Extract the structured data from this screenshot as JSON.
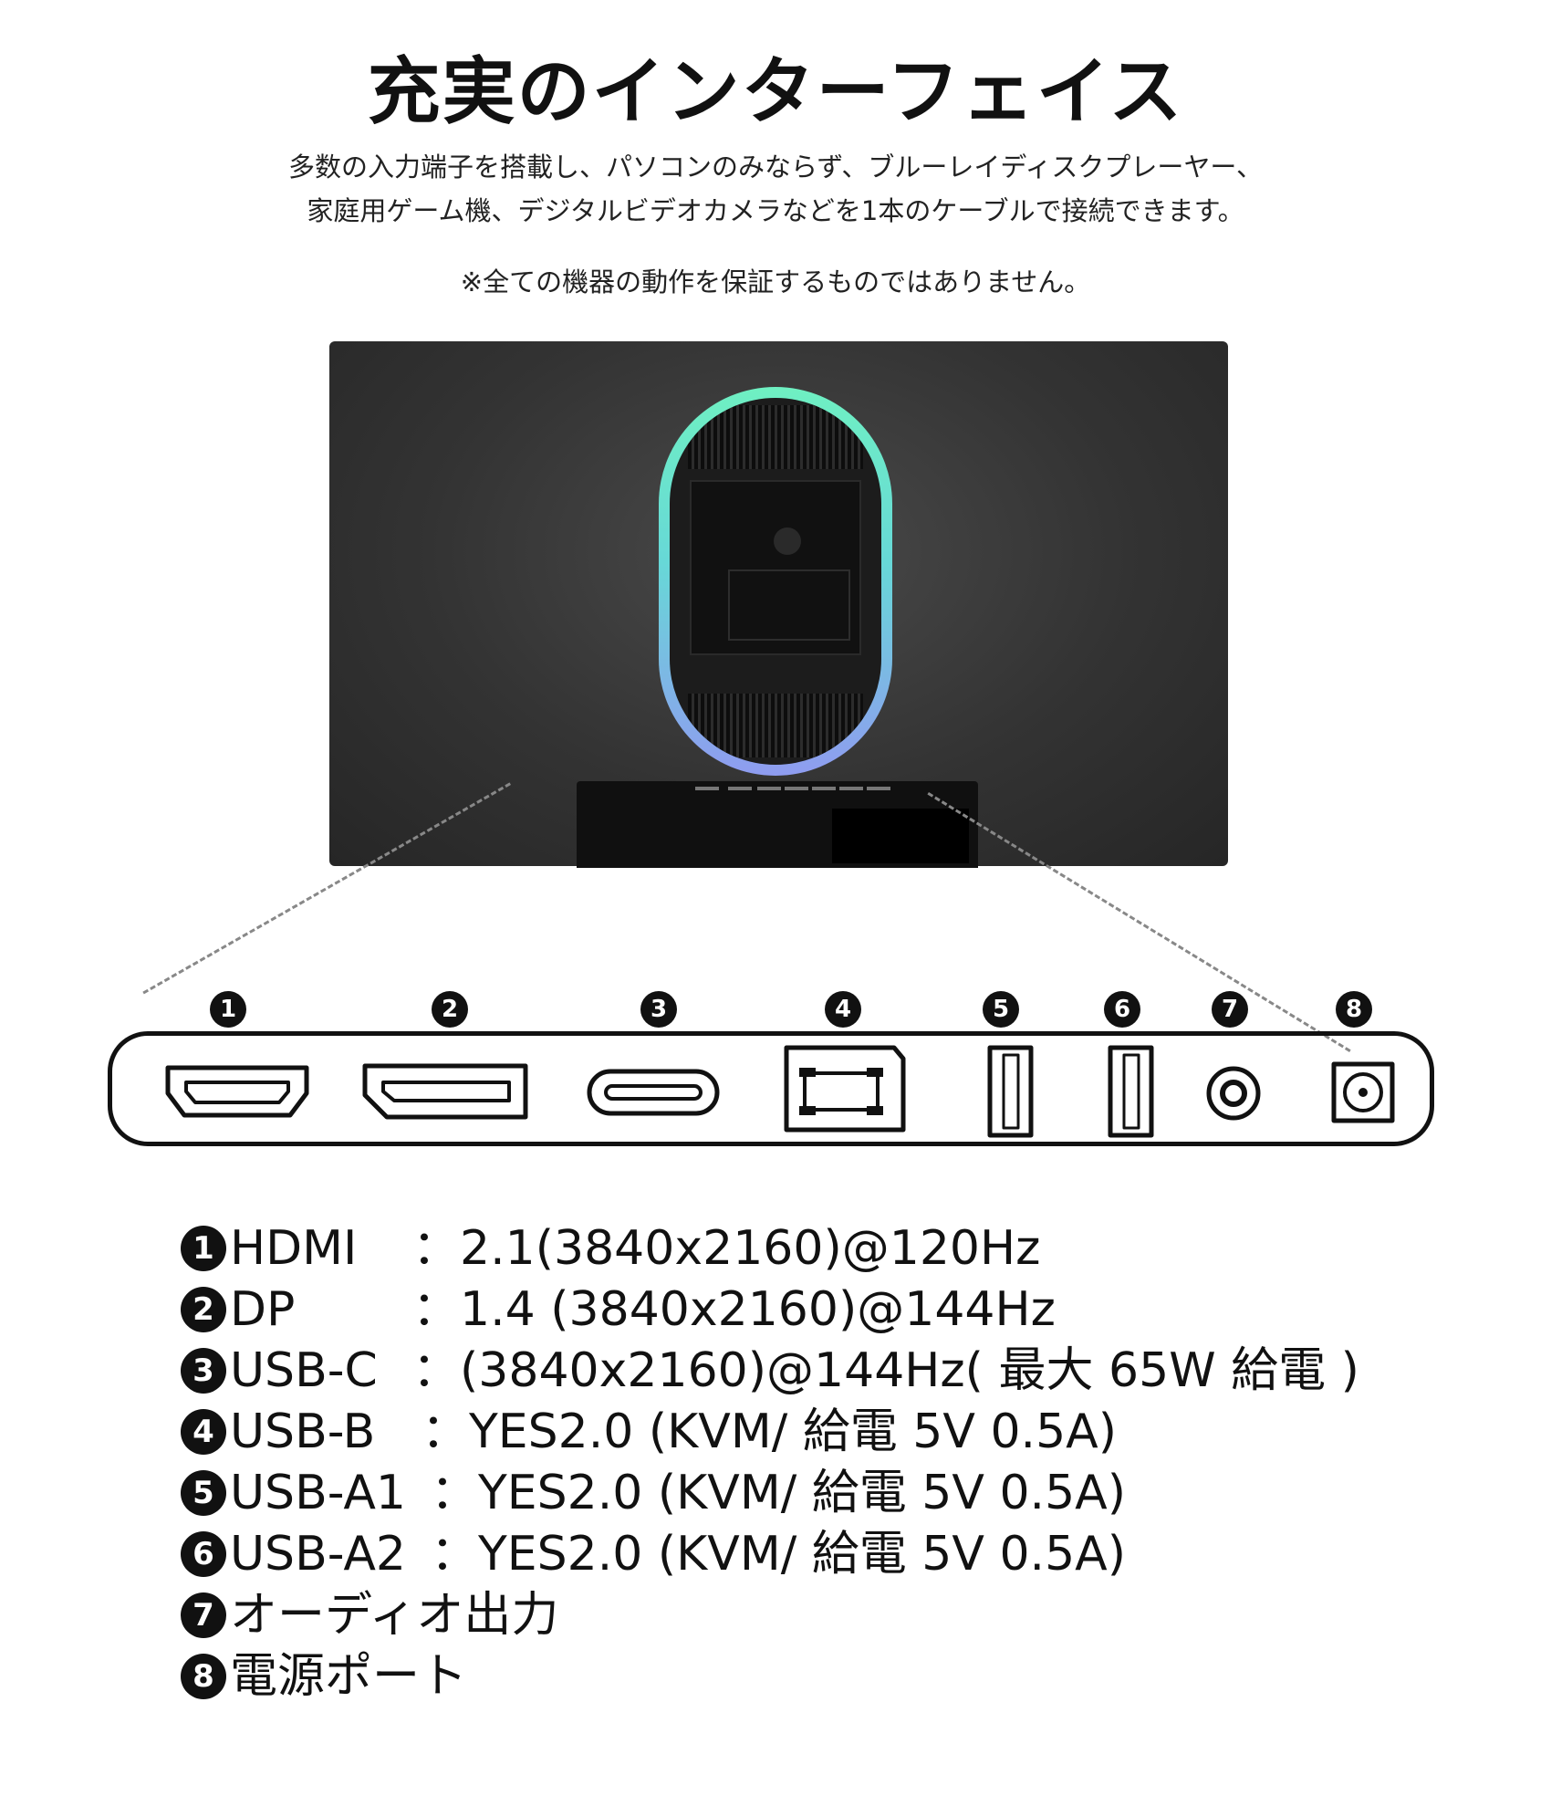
{
  "title": "充実のインターフェイス",
  "description_line1": "多数の入力端子を搭載し、パソコンのみならず、ブルーレイディスクプレーヤー、",
  "description_line2": "家庭用ゲーム機、デジタルビデオカメラなどを1本のケーブルで接続できます。",
  "note": "※全ての機器の動作を保証するものではありません。",
  "port_icons": [
    "hdmi-port-icon",
    "displayport-icon",
    "usb-c-port-icon",
    "usb-b-port-icon",
    "usb-a-port-icon",
    "usb-a-port-icon",
    "audio-jack-icon",
    "dc-power-port-icon"
  ],
  "ports": [
    {
      "num": "1",
      "name": "HDMI",
      "sep": "：",
      "detail": "2.1(3840x2160)@120Hz"
    },
    {
      "num": "2",
      "name": "DP",
      "sep": "：",
      "detail": "1.4 (3840x2160)@144Hz"
    },
    {
      "num": "3",
      "name": "USB-C",
      "sep": "：",
      "detail": "(3840x2160)@144Hz( 最大 65W 給電 )"
    },
    {
      "num": "4",
      "name": "USB-B",
      "sep": "：",
      "detail": "YES2.0 (KVM/ 給電 5V 0.5A)"
    },
    {
      "num": "5",
      "name": "USB-A1",
      "sep": "：",
      "detail": "YES2.0 (KVM/ 給電 5V 0.5A)"
    },
    {
      "num": "6",
      "name": "USB-A2",
      "sep": "：",
      "detail": "YES2.0 (KVM/ 給電 5V 0.5A)"
    },
    {
      "num": "7",
      "name": "オーディオ出力",
      "sep": "",
      "detail": ""
    },
    {
      "num": "8",
      "name": "電源ポート",
      "sep": "",
      "detail": ""
    }
  ],
  "colors": {
    "ring_top": "#6ff0c2",
    "ring_bottom": "#8f9cf0",
    "monitor": "#333333",
    "outline": "#111111"
  }
}
